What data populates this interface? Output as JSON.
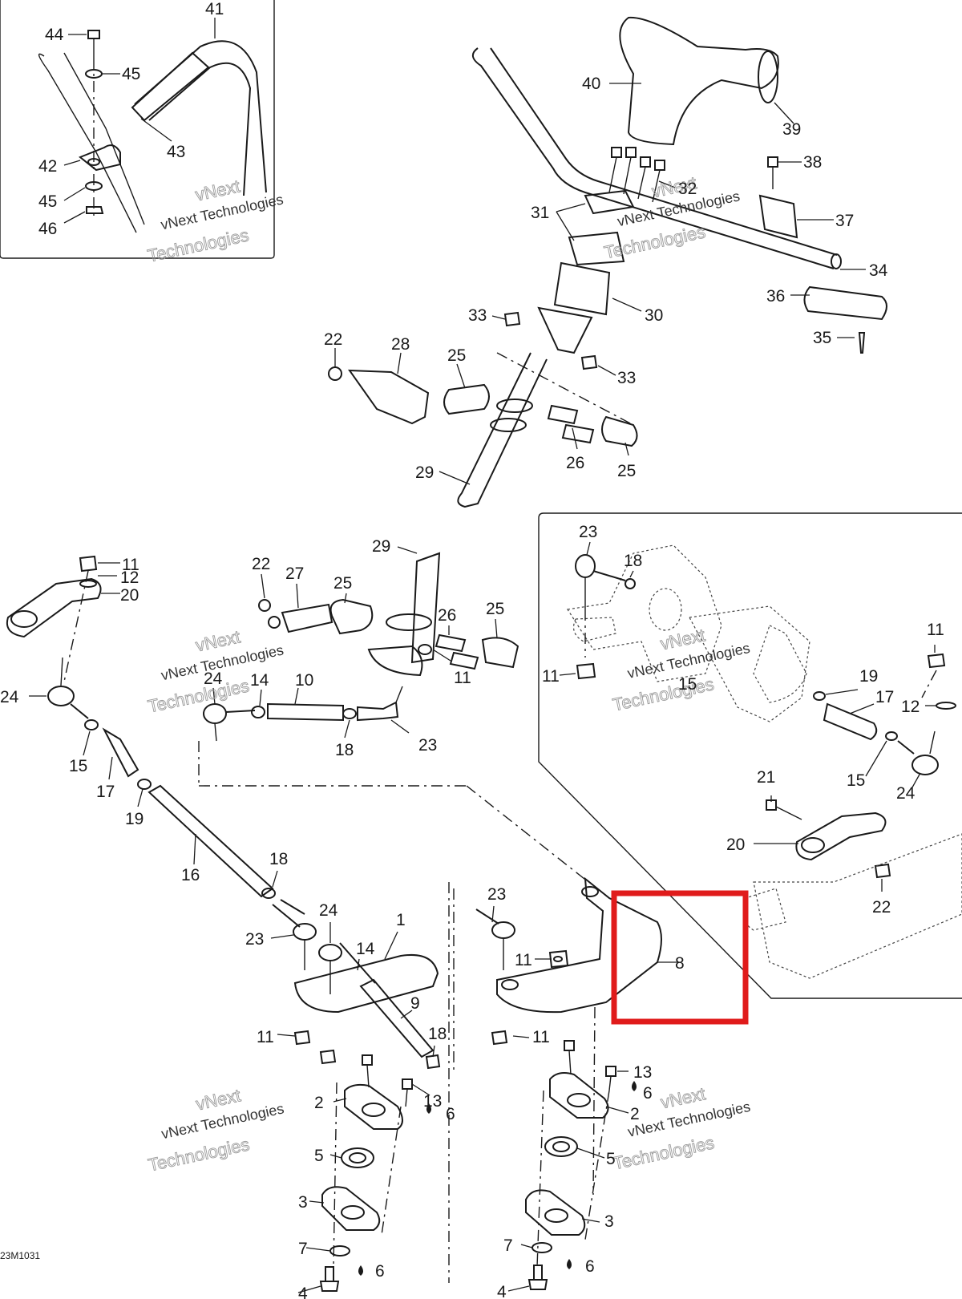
{
  "diagram": {
    "code_label": "23M1031",
    "highlight_color": "#e01b1b",
    "highlighted_part": "8",
    "watermark": {
      "line1": "vNext",
      "line2": "vNext Technologies",
      "line3": "Technologies"
    },
    "labels": {
      "l44": "44",
      "l45a": "45",
      "l41": "41",
      "l43": "43",
      "l42": "42",
      "l45b": "45",
      "l46": "46",
      "l40": "40",
      "l39": "39",
      "l38": "38",
      "l32": "32",
      "l31": "31",
      "l37": "37",
      "l34": "34",
      "l36": "36",
      "l30": "30",
      "l33a": "33",
      "l35": "35",
      "l22a": "22",
      "l28": "28",
      "l25a": "25",
      "l33b": "33",
      "l29a": "29",
      "l26a": "26",
      "l25b": "25",
      "l11a": "11",
      "l12a": "12",
      "l20a": "20",
      "l22b": "22",
      "l27": "27",
      "l25c": "25",
      "l29b": "29",
      "l26b": "26",
      "l25d": "25",
      "l11b": "11",
      "l24a": "24",
      "l24b": "24",
      "l14a": "14",
      "l10": "10",
      "l18a": "18",
      "l23a": "23",
      "l15a": "15",
      "l17a": "17",
      "l19a": "19",
      "l16": "16",
      "l23b": "23",
      "l18b": "18",
      "l11c": "11",
      "l15b": "15",
      "l19b": "19",
      "l17b": "17",
      "l11d": "11",
      "l12b": "12",
      "l15c": "15",
      "l24c": "24",
      "l21": "21",
      "l20b": "20",
      "l22c": "22",
      "l18c": "18",
      "l24d": "24",
      "l23c": "23",
      "l1": "1",
      "l14b": "14",
      "l9": "9",
      "l11e": "11",
      "l18d": "18",
      "l23d": "23",
      "l11f": "11",
      "l8": "8",
      "l11g": "11",
      "l13a": "13",
      "l6a": "6",
      "l2a": "2",
      "l5a": "5",
      "l3a": "3",
      "l7a": "7",
      "l4a": "4",
      "l6b": "6",
      "l13b": "13",
      "l6c": "6",
      "l2b": "2",
      "l5b": "5",
      "l3b": "3",
      "l7b": "7",
      "l4b": "4",
      "l6d": "6"
    }
  }
}
